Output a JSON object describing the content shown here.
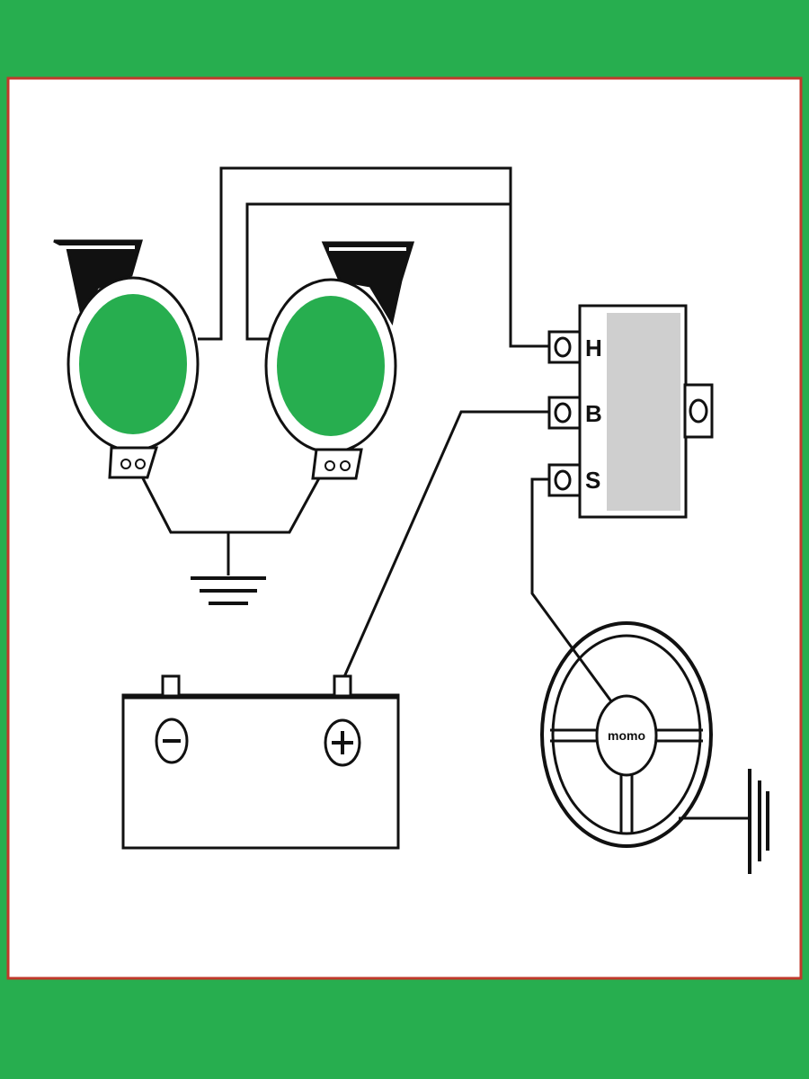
{
  "colors": {
    "background": "#27ae4f",
    "panel_border": "#c0392b",
    "panel_fill": "#ffffff",
    "ink": "#111111",
    "horn_fill": "#27ae4f",
    "relay_fill": "#cfcfcf"
  },
  "relay": {
    "terminals": [
      {
        "label": "H"
      },
      {
        "label": "B"
      },
      {
        "label": "S"
      }
    ]
  },
  "battery": {
    "negative_symbol": "−",
    "positive_symbol": "+"
  },
  "steering_wheel": {
    "hub_label": "momo"
  },
  "icons": {
    "horn": "horn-icon",
    "ground": "ground-icon",
    "battery": "battery-icon",
    "relay": "relay-icon",
    "steering_wheel": "steering-wheel-icon"
  }
}
